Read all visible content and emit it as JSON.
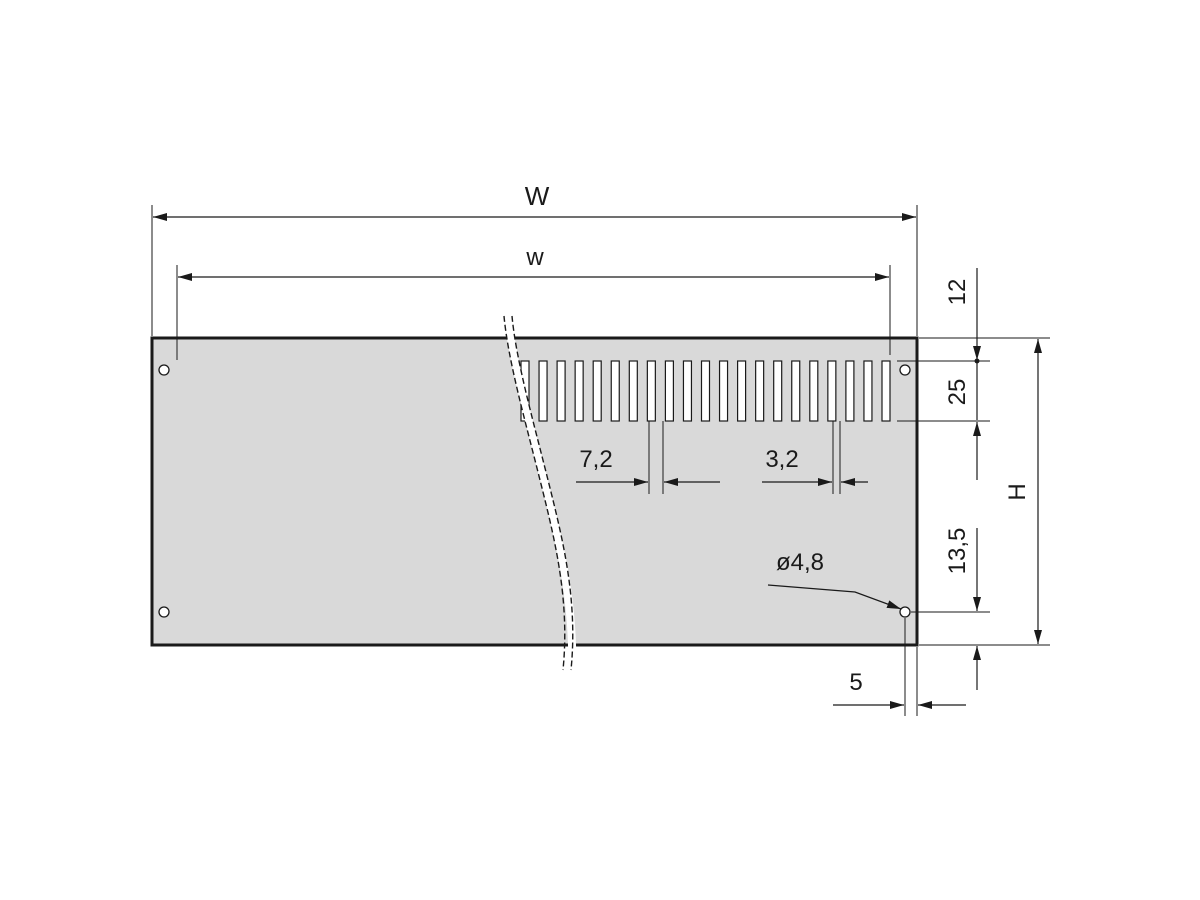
{
  "dimensions": {
    "overall_width": "W",
    "hole_spacing_width": "w",
    "height": "H",
    "top_edge_to_slots": "12",
    "slot_height": "25",
    "slot_pitch": "7,2",
    "slot_width": "3,2",
    "hole_from_bottom": "13,5",
    "hole_diameter": "ø4,8",
    "hole_from_side": "5"
  },
  "slot_count": 21,
  "colors": {
    "panel_fill": "#d9d9d9",
    "line": "#1a1a1a",
    "background": "#ffffff"
  }
}
